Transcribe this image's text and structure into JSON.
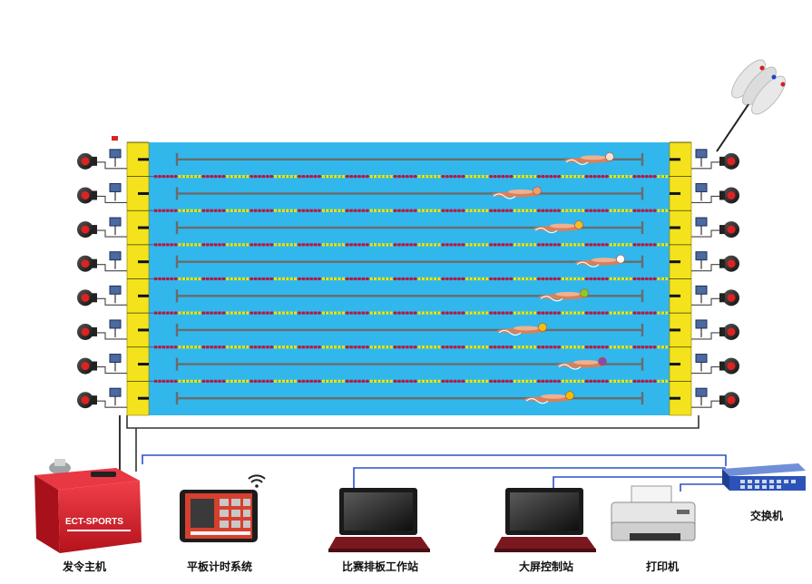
{
  "labels": {
    "starter_host": "发令主机",
    "tablet_system": "平板计时系统",
    "scoreboard_station": "比赛排板工作站",
    "big_screen_station": "大屏控制站",
    "printer": "打印机",
    "switch": "交换机"
  },
  "device_brand": "ECT-SPORTS",
  "pool": {
    "lane_count": 8,
    "water_color": "#31b7ec",
    "rope_colors": [
      "#c0143c",
      "#e8e80a",
      "#1a3fa0"
    ],
    "pad_color": "#f4e31c"
  },
  "network_line_color": "#2a52c8"
}
